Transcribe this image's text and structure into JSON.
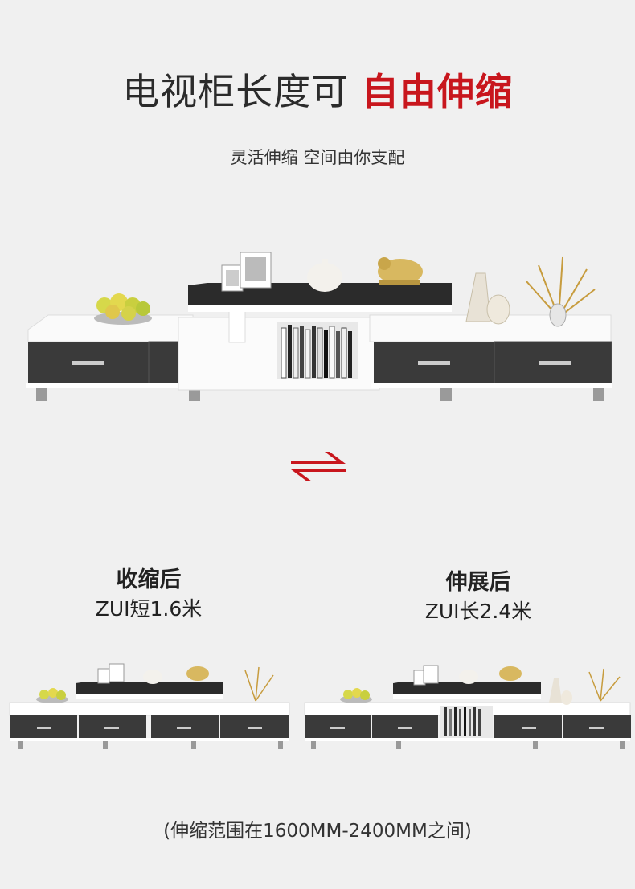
{
  "header": {
    "title_plain": "电视柜长度可",
    "title_accent": "自由伸缩",
    "subtitle": "灵活伸缩 空间由你支配"
  },
  "colors": {
    "accent": "#c8161d",
    "drawer_front": "#3a3a3a",
    "cabinet_white": "#ffffff",
    "background": "#f0f0f0"
  },
  "icons": {
    "swap": "red-double-arrow"
  },
  "retracted": {
    "title": "收缩后",
    "dimension": "ZUI短1.6米"
  },
  "extended": {
    "title": "伸展后",
    "dimension": "ZUI长2.4米"
  },
  "footnote": "(伸缩范围在1600MM-2400MM之间)"
}
